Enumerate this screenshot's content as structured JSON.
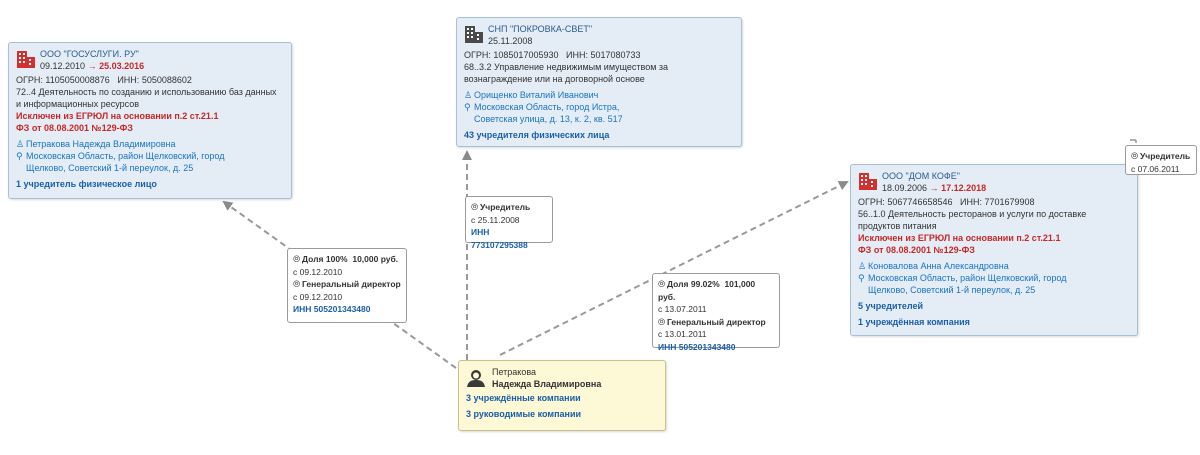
{
  "companies": {
    "gosuslugi": {
      "name": "ООО \"ГОСУСЛУГИ. РУ\"",
      "date_start": "09.12.2010",
      "date_end": "25.03.2016",
      "ogrn_label": "ОГРН:",
      "ogrn": "1105050008876",
      "inn_label": "ИНН:",
      "inn": "5050088602",
      "activity": "72..4 Деятельность по созданию и использованию баз данных и информационных ресурсов",
      "excluded": "Исключен из ЕГРЮЛ на основании п.2 ст.21.1",
      "excluded_law": "ФЗ от 08.08.2001 №129-ФЗ",
      "director": "Петракова Надежда Владимировна",
      "address": "Московская Область, район Щелковский, город Щелково, Советский 1-й переулок, д. 25",
      "founders": "1 учредитель физическое лицо"
    },
    "pokrovka": {
      "name": "СНП \"ПОКРОВКА-СВЕТ\"",
      "date_start": "25.11.2008",
      "ogrn_label": "ОГРН:",
      "ogrn": "1085017005930",
      "inn_label": "ИНН:",
      "inn": "5017080733",
      "activity": "68..3.2 Управление недвижимым имуществом за вознаграждение или на договорной основе",
      "director": "Орищенко Виталий Иванович",
      "address": "Московская Область, город Истра, Советская улица, д. 13, к. 2, кв. 517",
      "founders": "43 учредителя физических лица"
    },
    "domkofe": {
      "name": "ООО \"ДОМ КОФЕ\"",
      "date_start": "18.09.2006",
      "date_end": "17.12.2018",
      "ogrn_label": "ОГРН:",
      "ogrn": "5067746658546",
      "inn_label": "ИНН:",
      "inn": "7701679908",
      "activity": "56..1.0 Деятельность ресторанов и услуги по доставке продуктов питания",
      "excluded": "Исключен из ЕГРЮЛ на основании п.2 ст.21.1",
      "excluded_law": "ФЗ от 08.08.2001 №129-ФЗ",
      "director": "Коновалова Анна Александровна",
      "address": "Московская Область, район Щелковский, город Щелково, Советский 1-й переулок, д. 25",
      "founders": "5 учредителей",
      "founded": "1 учреждённая компания"
    }
  },
  "person": {
    "surname": "Петракова",
    "given": "Надежда Владимировна",
    "founded_link": "3 учреждённые компании",
    "managed_link": "3 руководимые компании"
  },
  "edges": {
    "gosuslugi": {
      "share_label": "Доля 100%",
      "share_amount": "10,000 руб.",
      "share_since": "с 09.12.2010",
      "role": "Генеральный директор",
      "role_since": "с 09.12.2010",
      "inn": "ИНН 505201343480"
    },
    "pokrovka": {
      "role": "Учредитель",
      "since": "с 25.11.2008",
      "inn": "ИНН 773107295388"
    },
    "domkofe": {
      "share_label": "Доля 99.02%",
      "share_amount": "101,000 руб.",
      "share_since": "с 13.07.2011",
      "role": "Генеральный директор",
      "role_since": "с 13.01.2011",
      "inn": "ИНН 505201343480"
    },
    "domkofe_outer": {
      "role": "Учредитель",
      "since": "с 07.06.2011"
    }
  },
  "icons": {
    "company": "building-icon",
    "company_liquidated_color": "#d32f2f",
    "company_active_color": "#4a4a4a",
    "person": "person-icon",
    "director": "director-icon",
    "location": "location-pin-icon",
    "role": "role-badge-icon"
  }
}
